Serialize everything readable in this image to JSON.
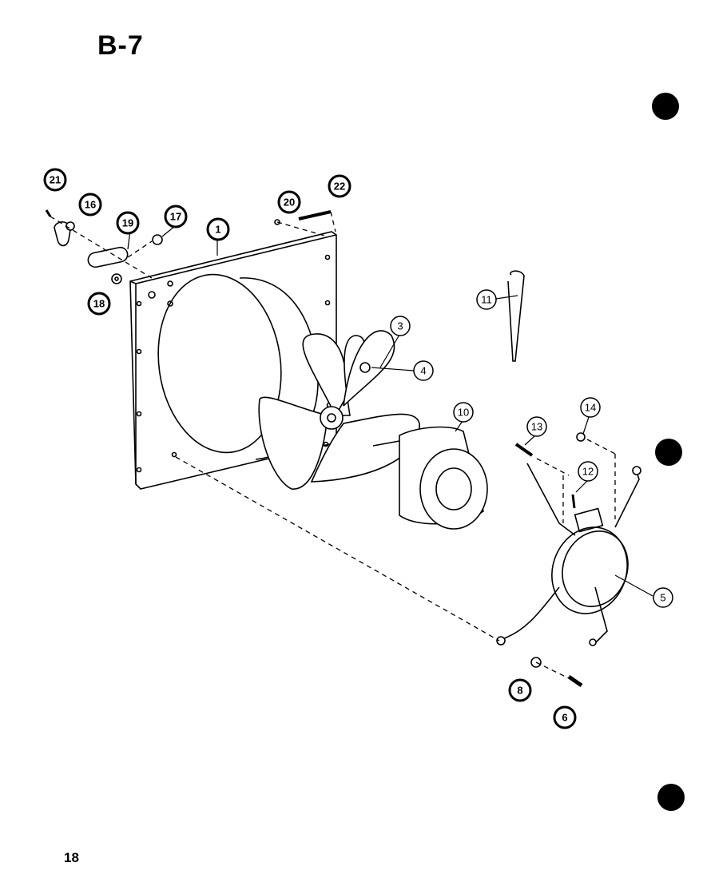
{
  "diagram": {
    "section_title": "B-7",
    "page_number": "18",
    "callouts": [
      {
        "id": "c21",
        "label": "21",
        "style": "filled"
      },
      {
        "id": "c16",
        "label": "16",
        "style": "filled"
      },
      {
        "id": "c19a",
        "label": "19",
        "style": "filled"
      },
      {
        "id": "c17",
        "label": "17",
        "style": "filled"
      },
      {
        "id": "c1",
        "label": "1",
        "style": "filled"
      },
      {
        "id": "c20",
        "label": "20",
        "style": "filled"
      },
      {
        "id": "c22",
        "label": "22",
        "style": "filled"
      },
      {
        "id": "c19b",
        "label": "18",
        "style": "filled"
      },
      {
        "id": "c11",
        "label": "11",
        "style": "open"
      },
      {
        "id": "c3",
        "label": "3",
        "style": "open"
      },
      {
        "id": "c4",
        "label": "4",
        "style": "open"
      },
      {
        "id": "c10",
        "label": "10",
        "style": "open"
      },
      {
        "id": "c13",
        "label": "13",
        "style": "open"
      },
      {
        "id": "c14",
        "label": "14",
        "style": "open"
      },
      {
        "id": "c12",
        "label": "12",
        "style": "open"
      },
      {
        "id": "c5",
        "label": "5",
        "style": "open"
      },
      {
        "id": "c8",
        "label": "8",
        "style": "filled"
      },
      {
        "id": "c6",
        "label": "6",
        "style": "filled"
      }
    ]
  }
}
